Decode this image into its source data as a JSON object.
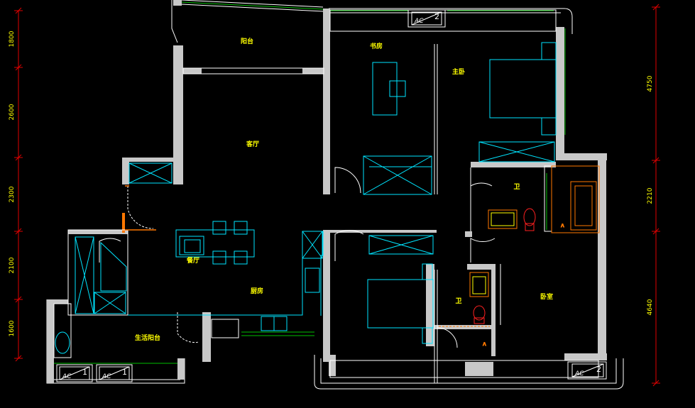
{
  "colors": {
    "background": "#000000",
    "wall": "#c8c8c8",
    "outline": "#ffffff",
    "furniture": "#00e5ff",
    "dimension_line": "#e00000",
    "dimension_text": "#ffff00",
    "room_label": "#ffff00",
    "window": "#00c000",
    "sanitary": "#ff7700",
    "door_arc": "#ffffff"
  },
  "rooms": {
    "balcony": "阳台",
    "study": "书房",
    "master_bedroom": "主卧",
    "living_room": "客厅",
    "bathroom_1": "卫",
    "dining_room": "餐厅",
    "kitchen": "厨房",
    "bathroom_2": "卫",
    "bedroom": "卧室",
    "utility_balcony": "生活阳台"
  },
  "dimensions": {
    "left": [
      "1800",
      "2600",
      "2300",
      "2100",
      "1600"
    ],
    "right": [
      "4750",
      "2210",
      "4640"
    ]
  },
  "ac_units": {
    "top": {
      "label": "AC",
      "number": "2"
    },
    "bottom_right": {
      "label": "AC",
      "number": "2"
    },
    "bottom_left_a": {
      "label": "AC",
      "number": "1"
    },
    "bottom_left_b": {
      "label": "AC",
      "number": "1"
    }
  }
}
